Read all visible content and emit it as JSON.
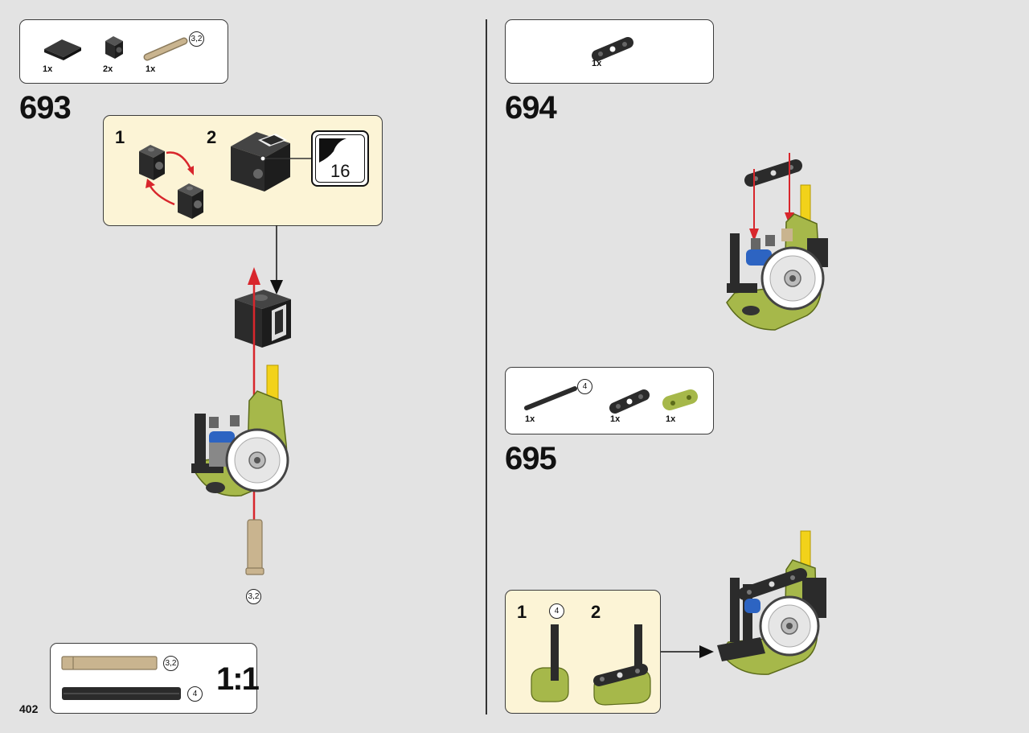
{
  "page_number": "402",
  "steps": [
    {
      "number": "693",
      "parts": [
        {
          "qty": "1x"
        },
        {
          "qty": "2x"
        },
        {
          "qty": "1x",
          "length": "3,2"
        }
      ],
      "sub_steps": [
        "1",
        "2"
      ],
      "reference_page": "16",
      "assembly_part_length": "3,2"
    },
    {
      "number": "694",
      "parts": [
        {
          "qty": "1x"
        }
      ]
    },
    {
      "number": "695",
      "parts": [
        {
          "qty": "1x",
          "length": "4"
        },
        {
          "qty": "1x"
        },
        {
          "qty": "1x"
        }
      ],
      "sub_steps": [
        "1",
        "2"
      ],
      "sub_part_length": "4"
    }
  ],
  "scale_box": {
    "label": "1:1",
    "items": [
      {
        "length": "3,2",
        "color": "#c9b48f"
      },
      {
        "length": "4",
        "color": "#2b2b2b"
      }
    ]
  },
  "colors": {
    "lime": "#a6b84a",
    "tan": "#c9b48f",
    "black": "#2b2b2b",
    "red": "#d8262c",
    "yellow": "#f2d21a",
    "blue": "#2d64c2",
    "panel": "#fcf4d6"
  },
  "icons": [
    "tile-2x2-icon",
    "brick-1x1-icon",
    "pin-3.2-icon",
    "beam-3-icon",
    "axle-4-icon",
    "liftarm-icon",
    "page-corner-icon"
  ]
}
